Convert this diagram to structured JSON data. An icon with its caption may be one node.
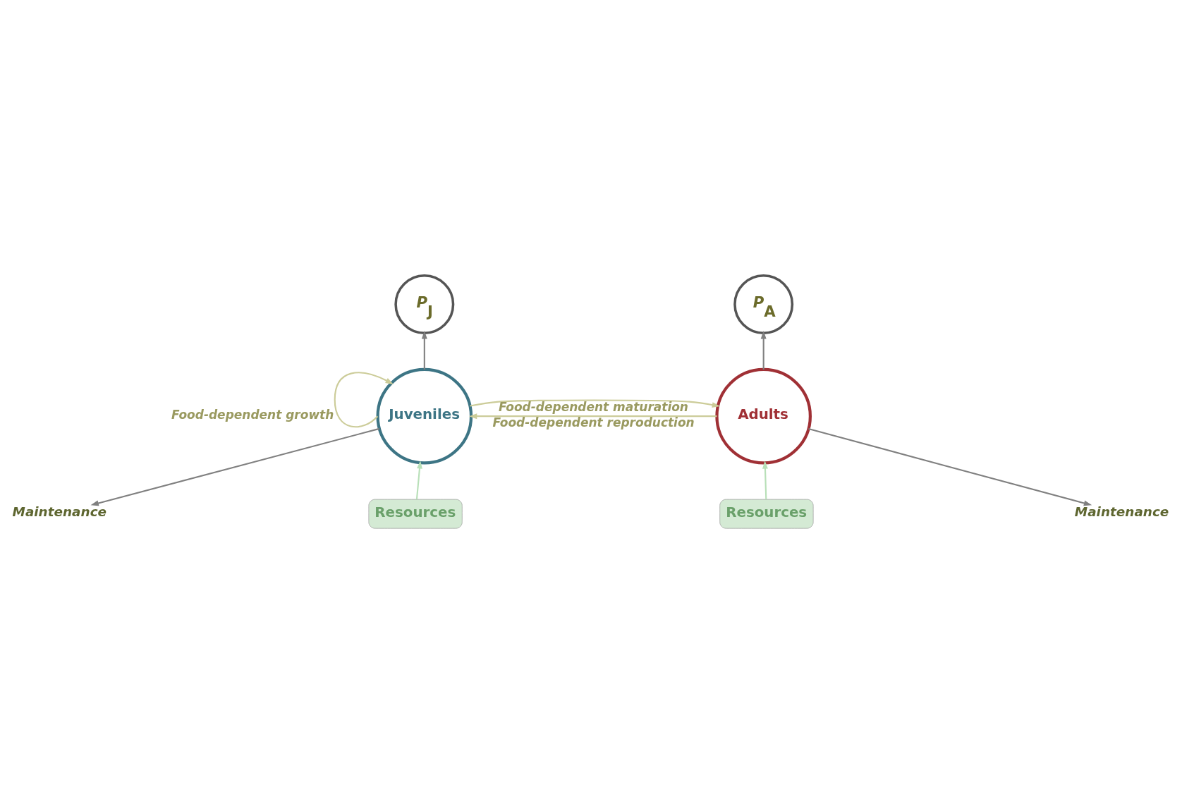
{
  "diagram": {
    "nodes": [
      {
        "text": [
          "P$_{J}$"
        ]
      },
      {
        "text": [
          "P$_{A}$"
        ]
      },
      {
        "text": [
          "Juveniles"
        ]
      },
      {
        "text": [
          "Adults"
        ]
      },
      {
        "text": [
          "Resources"
        ]
      },
      {
        "text": [
          "Resources"
        ]
      },
      {
        "text": [
          "Maintenance"
        ]
      },
      {
        "text": [
          "Maintenance"
        ]
      }
    ],
    "edges": [
      {
        "from": 2,
        "to": 0,
        "arrow": "to",
        "color": "#808080"
      },
      {
        "from": 3,
        "to": 1,
        "arrow": "to",
        "color": "#808080"
      },
      {
        "from": 2,
        "to": 2,
        "arrow": "to",
        "label": "Food-dependent growth",
        "color": "#cccc99"
      },
      {
        "from": 2,
        "to": 3,
        "arrow": "to",
        "label": "Food-dependent maturation",
        "color": "#cccc99"
      },
      {
        "from": 3,
        "to": 2,
        "arrow": "to",
        "label": "Food-dependent reproduction",
        "color": "#cccc99"
      },
      {
        "from": 2,
        "to": 6,
        "arrow": "to",
        "color": "#808080"
      },
      {
        "from": 3,
        "to": 7,
        "arrow": "to",
        "color": "#808080"
      },
      {
        "from": 4,
        "to": 2,
        "arrow": "to",
        "color": "#b8e0b8"
      },
      {
        "from": 5,
        "to": 3,
        "arrow": "to",
        "color": "#b8e0b8"
      }
    ]
  }
}
